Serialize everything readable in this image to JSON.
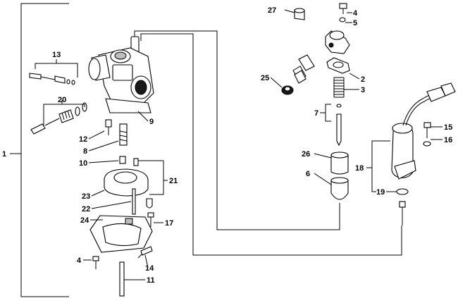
{
  "callouts": [
    {
      "id": "c1",
      "text": "1"
    },
    {
      "id": "c2",
      "text": "2"
    },
    {
      "id": "c3",
      "text": "3"
    },
    {
      "id": "c4a",
      "text": "4"
    },
    {
      "id": "c4b",
      "text": "4"
    },
    {
      "id": "c5",
      "text": "5"
    },
    {
      "id": "c6",
      "text": "6"
    },
    {
      "id": "c7",
      "text": "7"
    },
    {
      "id": "c8",
      "text": "8"
    },
    {
      "id": "c9",
      "text": "9"
    },
    {
      "id": "c10",
      "text": "10"
    },
    {
      "id": "c11",
      "text": "11"
    },
    {
      "id": "c12",
      "text": "12"
    },
    {
      "id": "c13",
      "text": "13"
    },
    {
      "id": "c14",
      "text": "14"
    },
    {
      "id": "c15",
      "text": "15"
    },
    {
      "id": "c16",
      "text": "16"
    },
    {
      "id": "c17",
      "text": "17"
    },
    {
      "id": "c18",
      "text": "18"
    },
    {
      "id": "c19",
      "text": "19"
    },
    {
      "id": "c20",
      "text": "20"
    },
    {
      "id": "c21",
      "text": "21"
    },
    {
      "id": "c22",
      "text": "22"
    },
    {
      "id": "c23",
      "text": "23"
    },
    {
      "id": "c24",
      "text": "24"
    },
    {
      "id": "c25",
      "text": "25"
    },
    {
      "id": "c26",
      "text": "26"
    },
    {
      "id": "c27",
      "text": "27"
    }
  ]
}
